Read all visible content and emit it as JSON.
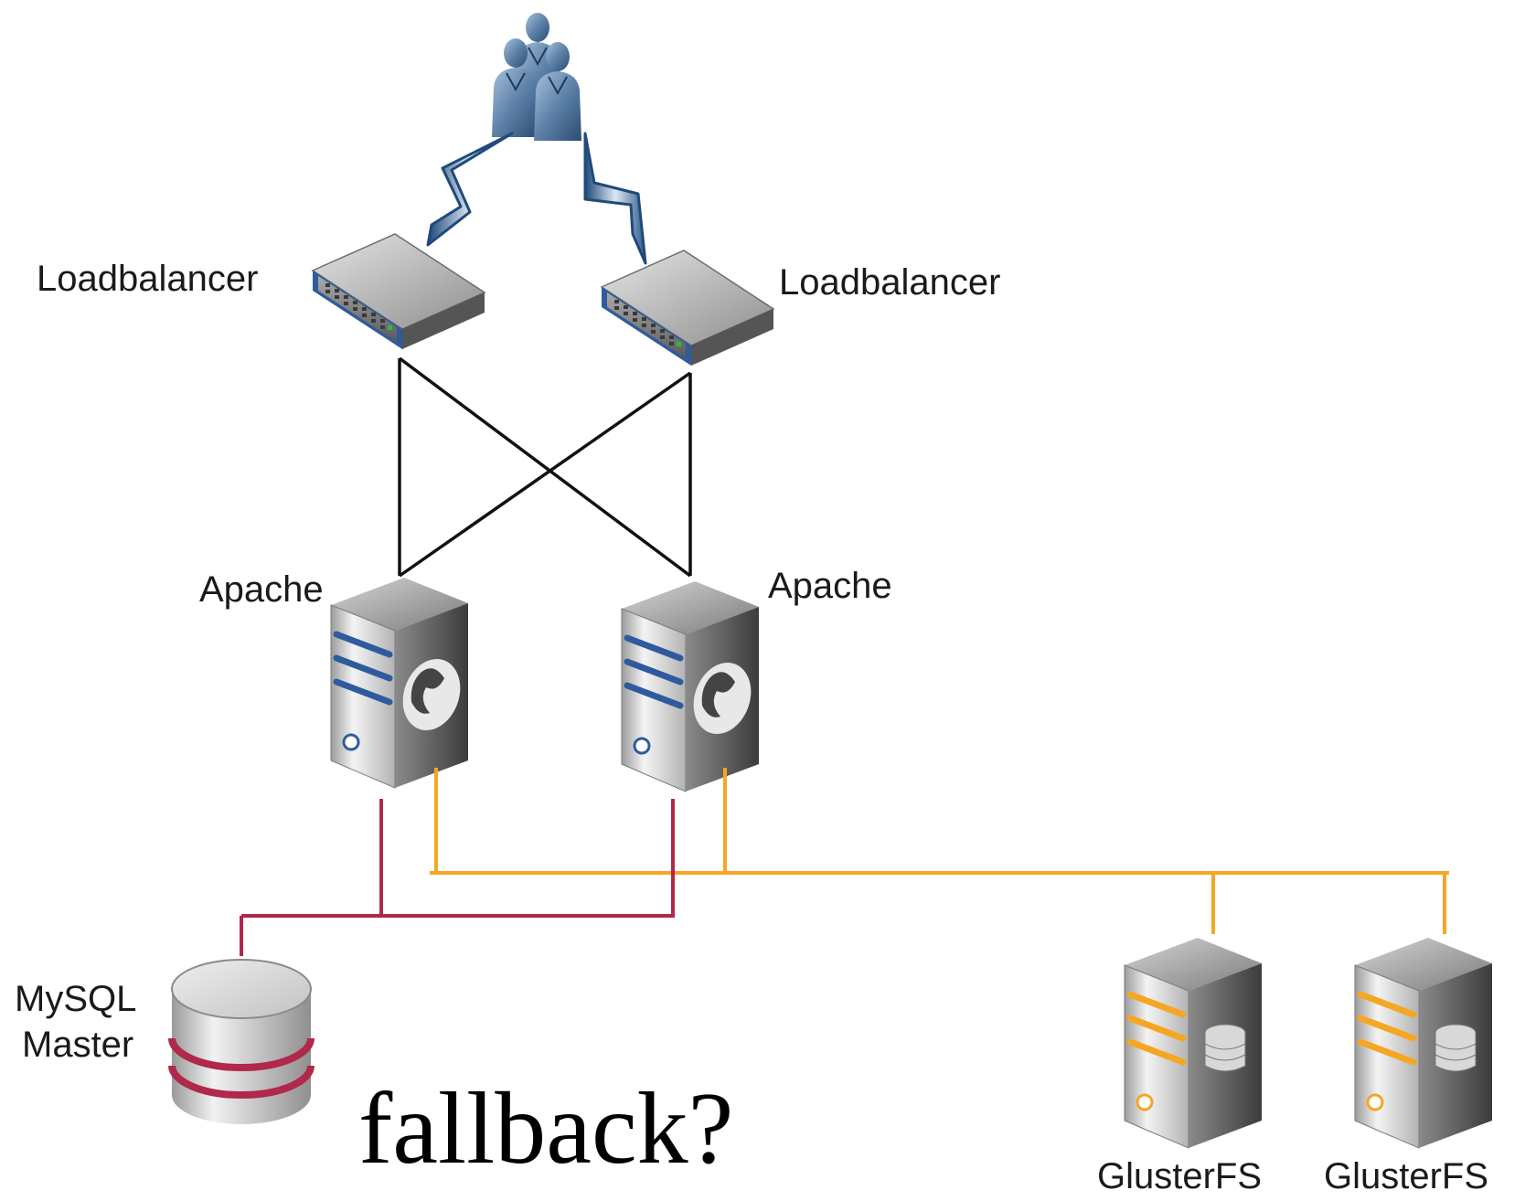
{
  "nodes": {
    "users": {
      "icon": "users-group-icon"
    },
    "loadbalancer_left": {
      "label": "Loadbalancer",
      "icon": "network-switch-icon"
    },
    "loadbalancer_right": {
      "label": "Loadbalancer",
      "icon": "network-switch-icon"
    },
    "apache_left": {
      "label": "Apache",
      "icon": "web-server-tower-icon"
    },
    "apache_right": {
      "label": "Apache",
      "icon": "web-server-tower-icon"
    },
    "mysql_master": {
      "label_line1": "MySQL",
      "label_line2": "Master",
      "icon": "database-cylinder-icon"
    },
    "glusterfs_left": {
      "label": "GlusterFS",
      "icon": "storage-server-tower-icon"
    },
    "glusterfs_right": {
      "label": "GlusterFS",
      "icon": "storage-server-tower-icon"
    }
  },
  "question": "fallback?",
  "colors": {
    "mysql_link": "#b0284a",
    "storage_link": "#f5a623",
    "internet_bolt": "#2a5a8c",
    "lan_link": "#111111",
    "switch_accent": "#2f5b9e",
    "storage_accent": "#f5a623"
  },
  "connections": [
    {
      "from": "users",
      "to": "loadbalancer_left",
      "style": "lightning"
    },
    {
      "from": "users",
      "to": "loadbalancer_right",
      "style": "lightning"
    },
    {
      "from": "loadbalancer_left",
      "to": "apache_left",
      "style": "line"
    },
    {
      "from": "loadbalancer_left",
      "to": "apache_right",
      "style": "line"
    },
    {
      "from": "loadbalancer_right",
      "to": "apache_left",
      "style": "line"
    },
    {
      "from": "loadbalancer_right",
      "to": "apache_right",
      "style": "line"
    },
    {
      "from": "apache_left",
      "to": "mysql_master",
      "style": "mysql-bus"
    },
    {
      "from": "apache_right",
      "to": "mysql_master",
      "style": "mysql-bus"
    },
    {
      "from": "apache_left",
      "to": "glusterfs_left",
      "style": "storage-bus"
    },
    {
      "from": "apache_left",
      "to": "glusterfs_right",
      "style": "storage-bus"
    },
    {
      "from": "apache_right",
      "to": "glusterfs_left",
      "style": "storage-bus"
    },
    {
      "from": "apache_right",
      "to": "glusterfs_right",
      "style": "storage-bus"
    }
  ]
}
